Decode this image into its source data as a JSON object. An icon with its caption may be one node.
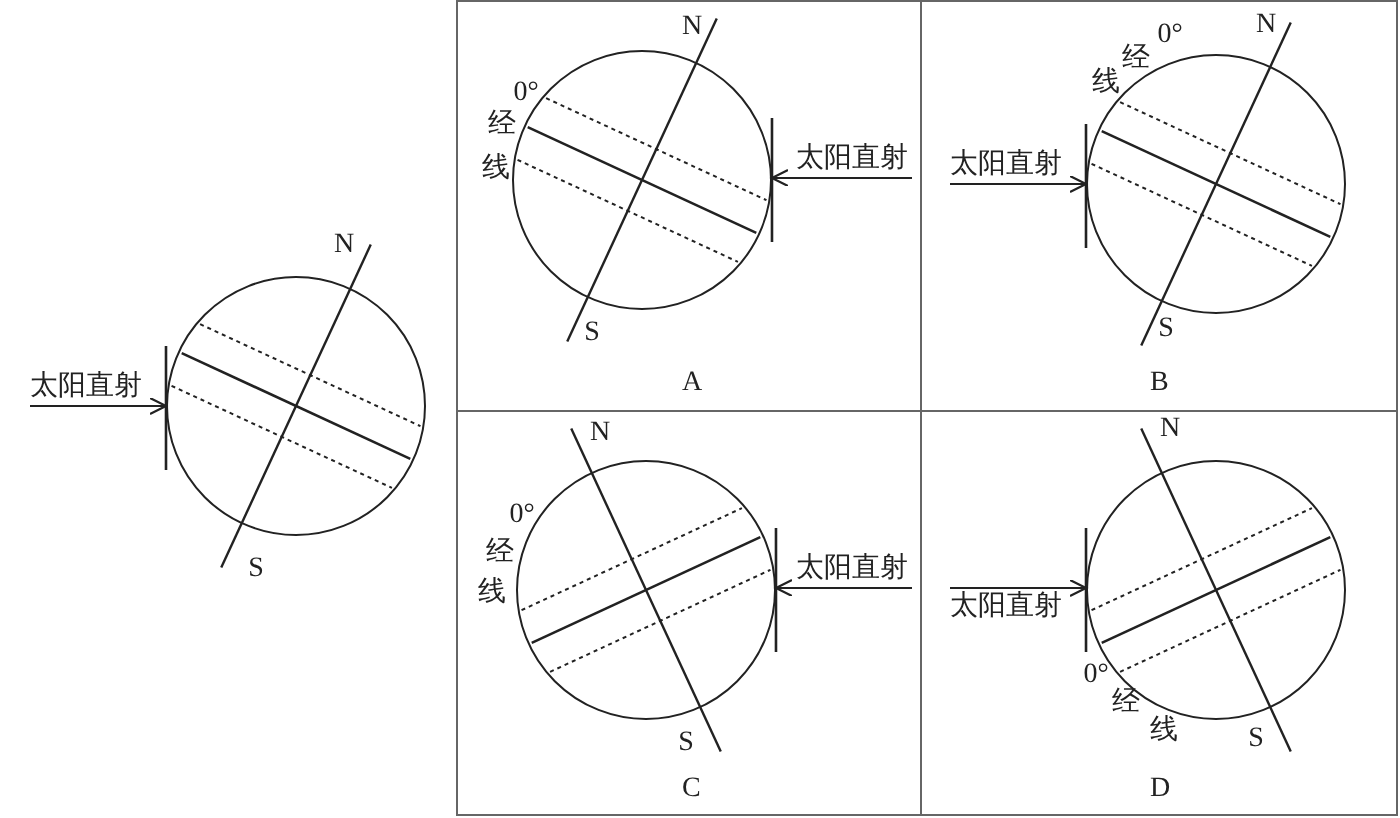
{
  "diagram": {
    "nodes": [
      {
        "text": [
          "太阳直射"
        ]
      },
      {
        "text": [],
        "shape": "circle",
        "beside": [
          "N",
          "S"
        ]
      },
      {
        "text": [
          "A"
        ]
      },
      {
        "text": [],
        "shape": "circle",
        "in": 2,
        "beside": [
          "N",
          "S"
        ]
      },
      {
        "text": [
          "太阳直射"
        ],
        "in": 2
      },
      {
        "text": [
          "B"
        ]
      },
      {
        "text": [],
        "shape": "circle",
        "in": 5,
        "beside": [
          "N",
          "S"
        ]
      },
      {
        "text": [
          "太阳直射"
        ],
        "in": 5
      },
      {
        "text": [
          "C"
        ]
      },
      {
        "text": [],
        "shape": "circle",
        "in": 8,
        "beside": [
          "N",
          "S"
        ]
      },
      {
        "text": [
          "太阳直射"
        ],
        "in": 8
      },
      {
        "text": [
          "D"
        ]
      },
      {
        "text": [],
        "shape": "circle",
        "in": 11,
        "beside": [
          "N",
          "S"
        ]
      },
      {
        "text": [
          "太阳直射"
        ],
        "in": 11
      }
    ],
    "edges": [
      {
        "from": 0,
        "to": 1,
        "arrow": "to"
      },
      {
        "from": 4,
        "to": 3,
        "arrow": "to"
      },
      {
        "from": 7,
        "to": 6,
        "arrow": "to"
      },
      {
        "from": 10,
        "to": 9,
        "arrow": "to"
      },
      {
        "from": 13,
        "to": 12,
        "arrow": "to"
      }
    ],
    "labels": [
      "0°",
      "经",
      "线",
      "0°",
      "经",
      "线",
      "0°",
      "经",
      "线",
      "0°",
      "经",
      "线"
    ]
  }
}
